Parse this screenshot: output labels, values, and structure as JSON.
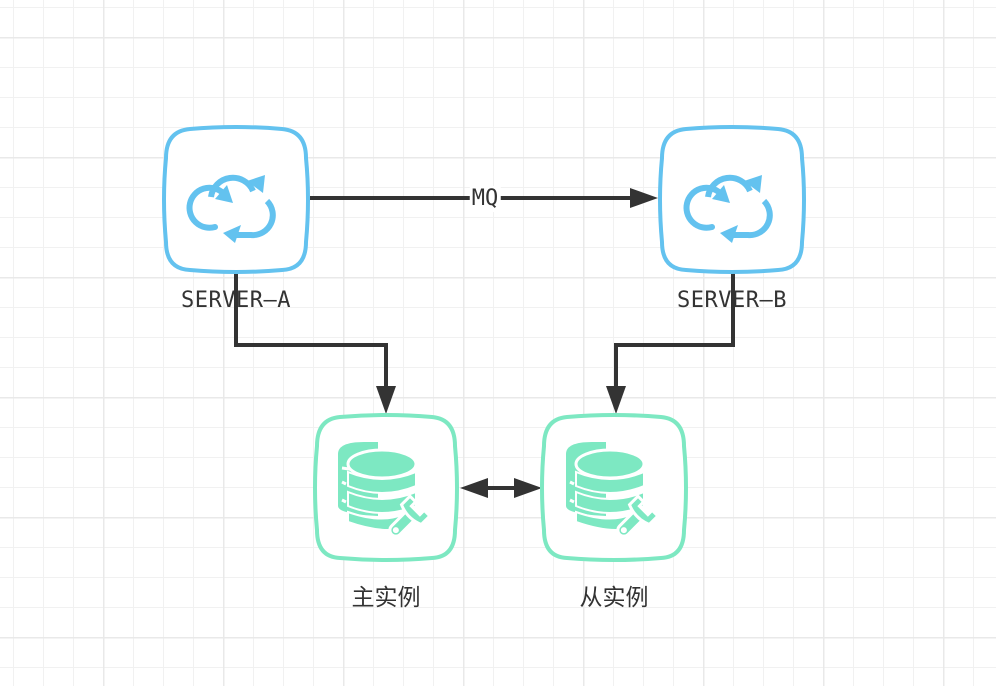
{
  "diagram": {
    "colors": {
      "server": "#63c2ef",
      "database": "#7de8c2",
      "edge": "#333333",
      "text": "#333333"
    },
    "nodes": [
      {
        "id": "server-a",
        "label": "SERVER—A",
        "icon": "cloud-sync-icon"
      },
      {
        "id": "server-b",
        "label": "SERVER—B",
        "icon": "cloud-sync-icon"
      },
      {
        "id": "master",
        "label": "主实例",
        "icon": "database-wrench-icon"
      },
      {
        "id": "slave",
        "label": "从实例",
        "icon": "database-wrench-icon"
      }
    ],
    "edges": [
      {
        "from": "server-a",
        "to": "server-b",
        "label": "MQ",
        "direction": "forward"
      },
      {
        "from": "server-a",
        "to": "master",
        "label": "",
        "direction": "forward"
      },
      {
        "from": "server-b",
        "to": "slave",
        "label": "",
        "direction": "forward"
      },
      {
        "from": "master",
        "to": "slave",
        "label": "",
        "direction": "both"
      }
    ]
  }
}
